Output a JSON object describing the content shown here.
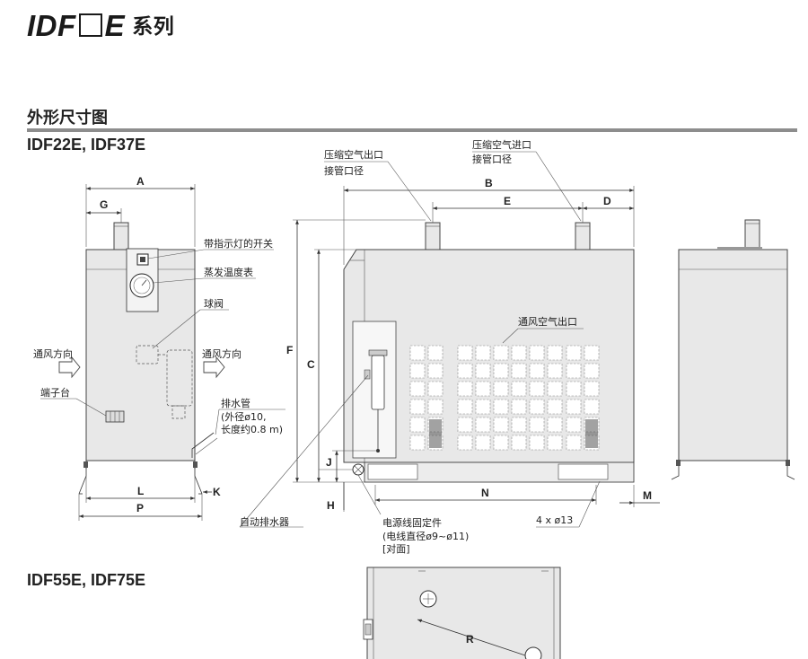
{
  "header": {
    "series_prefix": "IDF",
    "series_suffix": "E",
    "series_word": "系列"
  },
  "section": {
    "title": "外形尺寸图"
  },
  "models": {
    "first": "IDF22E, IDF37E",
    "second": "IDF55E, IDF75E"
  },
  "labels": {
    "outlet_line1": "压缩空气出口",
    "outlet_line2": "接管口径",
    "inlet_line1": "压缩空气进口",
    "inlet_line2": "接管口径",
    "switch_indicator": "带指示灯的开关",
    "evaporator_gauge": "蒸发温度表",
    "ball_valve": "球阀",
    "airflow_left": "通风方向",
    "airflow_right": "通风方向",
    "terminal_block": "端子台",
    "drain_pipe": "排水管",
    "drain_spec1": "(外径ø10,",
    "drain_spec2": "长度约0.8 m)",
    "auto_drain": "自动排水器",
    "ventilation_outlet": "通风空气出口",
    "cable_fixing": "电源线固定件",
    "cable_spec": "(电线直径ø9~ø11)",
    "opposite_side": "[对面]",
    "holes": "4 x ø13"
  },
  "dims": {
    "A": "A",
    "G": "G",
    "B": "B",
    "E": "E",
    "D": "D",
    "F": "F",
    "C": "C",
    "J": "J",
    "H": "H",
    "L": "L",
    "K": "K",
    "P": "P",
    "N": "N",
    "M": "M",
    "R": "R"
  }
}
